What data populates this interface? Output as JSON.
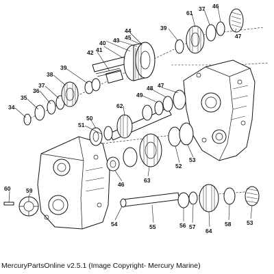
{
  "callouts": {
    "c34": "34",
    "c35": "35",
    "c36": "36",
    "c37a": "37",
    "c38": "38",
    "c39a": "39",
    "c40": "40",
    "c41": "41",
    "c42": "42",
    "c43": "43",
    "c44": "44",
    "c45": "45",
    "c46a": "46",
    "c37b": "37",
    "c61": "61",
    "c39b": "39",
    "c47a": "47",
    "c47b": "47",
    "c48": "48",
    "c49": "49",
    "c62": "62",
    "c50": "50",
    "c51": "51",
    "c52": "52",
    "c53a": "53",
    "c63": "63",
    "c46b": "46",
    "c60": "60",
    "c59": "59",
    "c54": "54",
    "c55": "55",
    "c56": "56",
    "c57": "57",
    "c64": "64",
    "c58": "58",
    "c53b": "53"
  },
  "caption": "MercuryPartsOnline v2.5.1 (Image Copyright- Mercury Marine)"
}
